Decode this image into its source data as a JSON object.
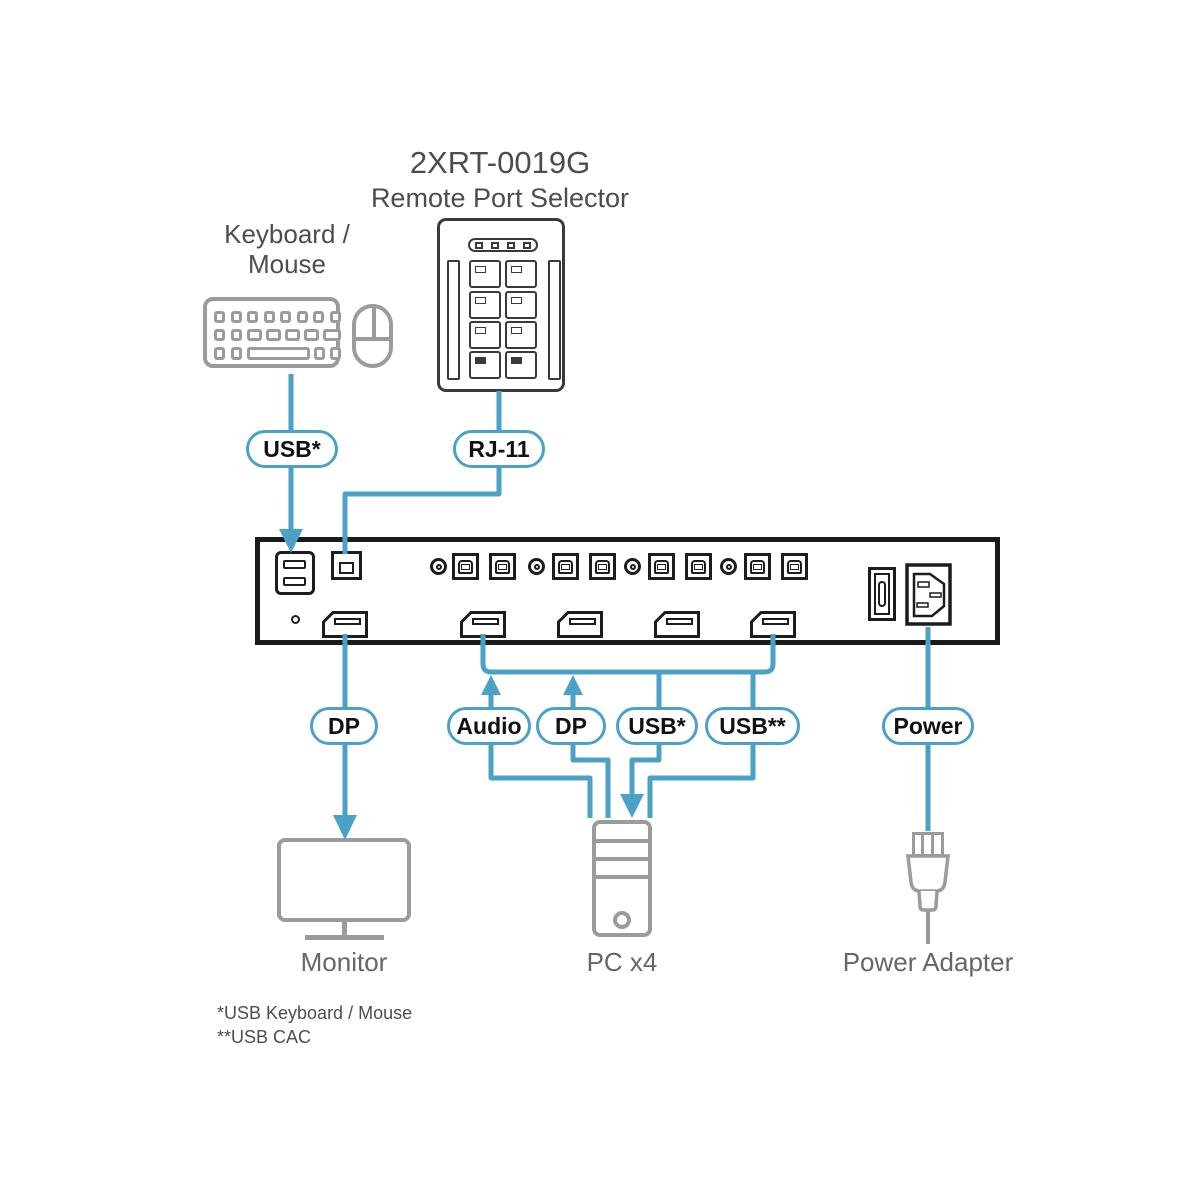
{
  "header": {
    "model": "2XRT-0019G",
    "device": "Remote Port Selector"
  },
  "peripherals": {
    "keyboard_mouse_line1": "Keyboard /",
    "keyboard_mouse_line2": "Mouse",
    "monitor": "Monitor",
    "pc": "PC x4",
    "power_adapter": "Power Adapter"
  },
  "pills": {
    "usb_console": "USB*",
    "rj11": "RJ-11",
    "dp_monitor": "DP",
    "audio": "Audio",
    "dp_pc": "DP",
    "usb_pc": "USB*",
    "usb_cac": "USB**",
    "power": "Power"
  },
  "footnotes": {
    "line1": "*USB Keyboard / Mouse",
    "line2": "**USB CAC"
  },
  "colors": {
    "connector_blue": "#4BA2C6",
    "device_gray": "#9B9B9B",
    "port_black": "#1C1C1C",
    "text_gray": "#4D4D4D"
  }
}
